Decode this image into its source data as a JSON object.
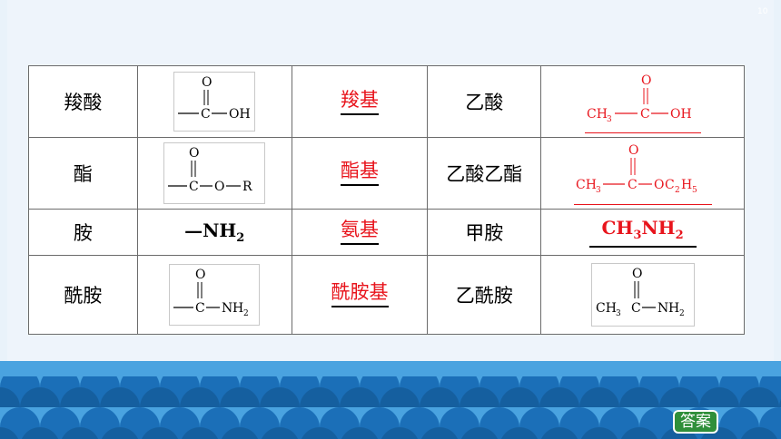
{
  "page_number": "10",
  "rows": [
    {
      "name": "羧酸",
      "group": "羧基",
      "example": "乙酸"
    },
    {
      "name": "酯",
      "group": "酯基",
      "example": "乙酸乙酯"
    },
    {
      "name": "胺",
      "group": "氨基",
      "example": "甲胺"
    },
    {
      "name": "酰胺",
      "group": "酰胺基",
      "example": "乙酰胺"
    }
  ],
  "formula": {
    "O": "O",
    "C": "C",
    "OH": "OH",
    "R": "R",
    "N": "N",
    "H": "H",
    "H2": "2",
    "CH": "CH",
    "sub3": "3",
    "sub2": "2",
    "sub5": "5",
    "amine_group": "—NH",
    "methylamine": "CH",
    "methylamine_mid": "NH"
  },
  "answer_button": "答案",
  "colors": {
    "accent_red": "#e8141c",
    "wave_blue": "#1b6fb8",
    "band_blue": "#4aa3e0",
    "button_green": "#2f8f3a"
  }
}
